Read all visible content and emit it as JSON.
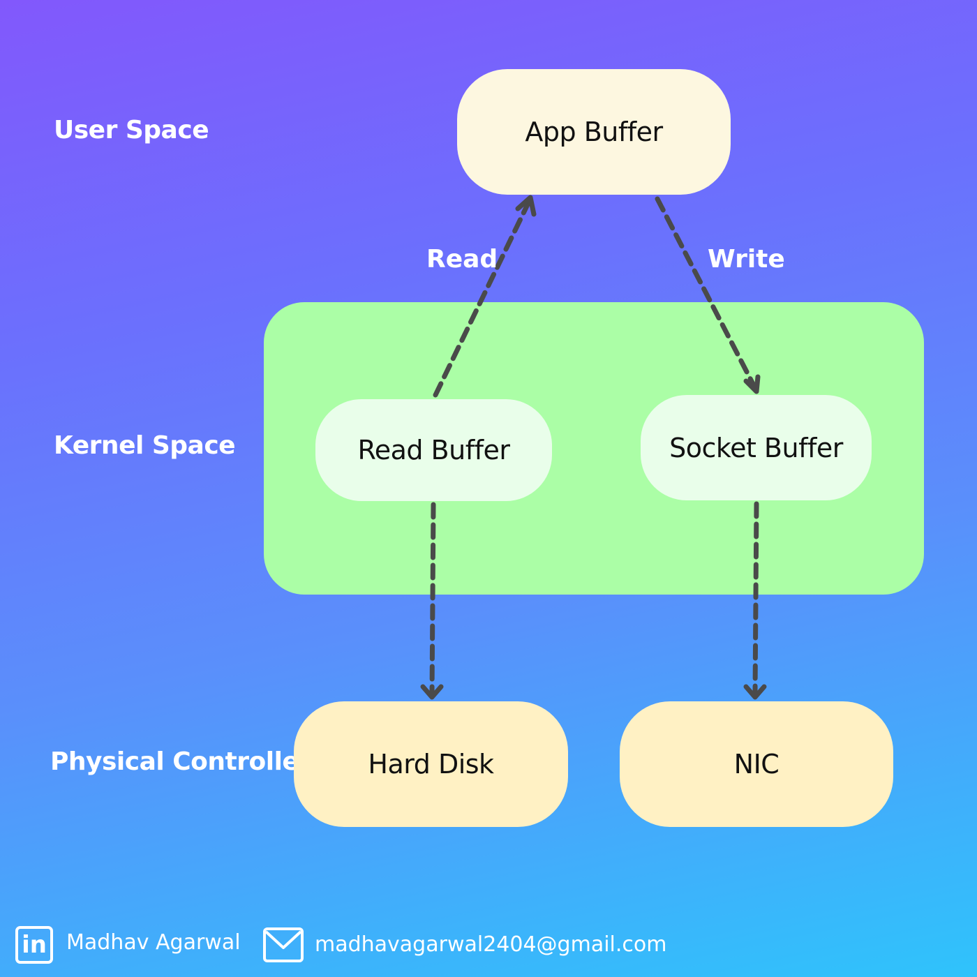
{
  "layers": {
    "user_space": "User Space",
    "kernel_space": "Kernel Space",
    "physical_controller": "Physical Controller"
  },
  "nodes": {
    "app_buffer": "App Buffer",
    "read_buffer": "Read Buffer",
    "socket_buffer": "Socket Buffer",
    "hard_disk": "Hard Disk",
    "nic": "NIC"
  },
  "edges": {
    "read": "Read",
    "write": "Write"
  },
  "footer": {
    "linkedin_icon": "linkedin-icon",
    "mail_icon": "mail-icon",
    "author": "Madhav Agarwal",
    "email": "madhavagarwal2404@gmail.com"
  },
  "colors": {
    "kernel_region": "#abfea6",
    "arrow": "#4a4a4a"
  }
}
